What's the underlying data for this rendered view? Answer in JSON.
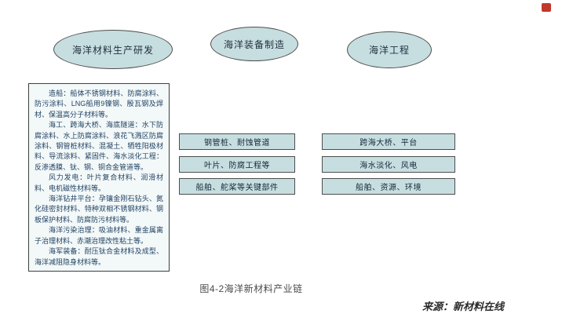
{
  "diagram": {
    "nodes": [
      {
        "label": "海洋材料生产研发"
      },
      {
        "label": "海洋装备制造"
      },
      {
        "label": "海洋工程"
      }
    ],
    "left_panel": {
      "paragraphs": [
        "造船：船体不锈钢材料、防腐涂料、防污涂料、LNG船用9镍钢、殷瓦钢及焊材、保温高分子材料等。",
        "海工、跨海大桥、海底隧道：水下防腐涂料、水上防腐涂料、浪花飞溅区防腐涂料、钢管桩材料、混凝土、牺牲阳极材料、导流涂料、紧固件、海水淡化工程：反渗透膜、钛、钢、铜合金管道等。",
        "风力发电：叶片复合材料、润滑材料、电机磁性材料等。",
        "海洋钻井平台：孕镶金刚石钻头、氮化硅密封材料、特种双相不锈钢材料、钢板保护材料、防腐防污材料等。",
        "海洋污染治理：吸油材料、重金属离子治理材料、赤潮治理改性粘土等。",
        "海军装备：耐压钛合金材料及成型、海洋减阻隐身材料等。"
      ]
    },
    "middle_boxes": [
      "钢管桩、耐蚀管道",
      "叶片、防腐工程等",
      "船舶、舵桨等关键部件"
    ],
    "right_boxes": [
      "跨海大桥、平台",
      "海水淡化、风电",
      "船舶、资源、环境"
    ],
    "caption": "图4-2海洋新材料产业链",
    "source": "来源：新材料在线"
  },
  "colors": {
    "shape_fill": "#c7dee0",
    "shape_border": "#4d4d4d",
    "panel_text": "#1f4264",
    "watermark_red": "#c0392b"
  }
}
